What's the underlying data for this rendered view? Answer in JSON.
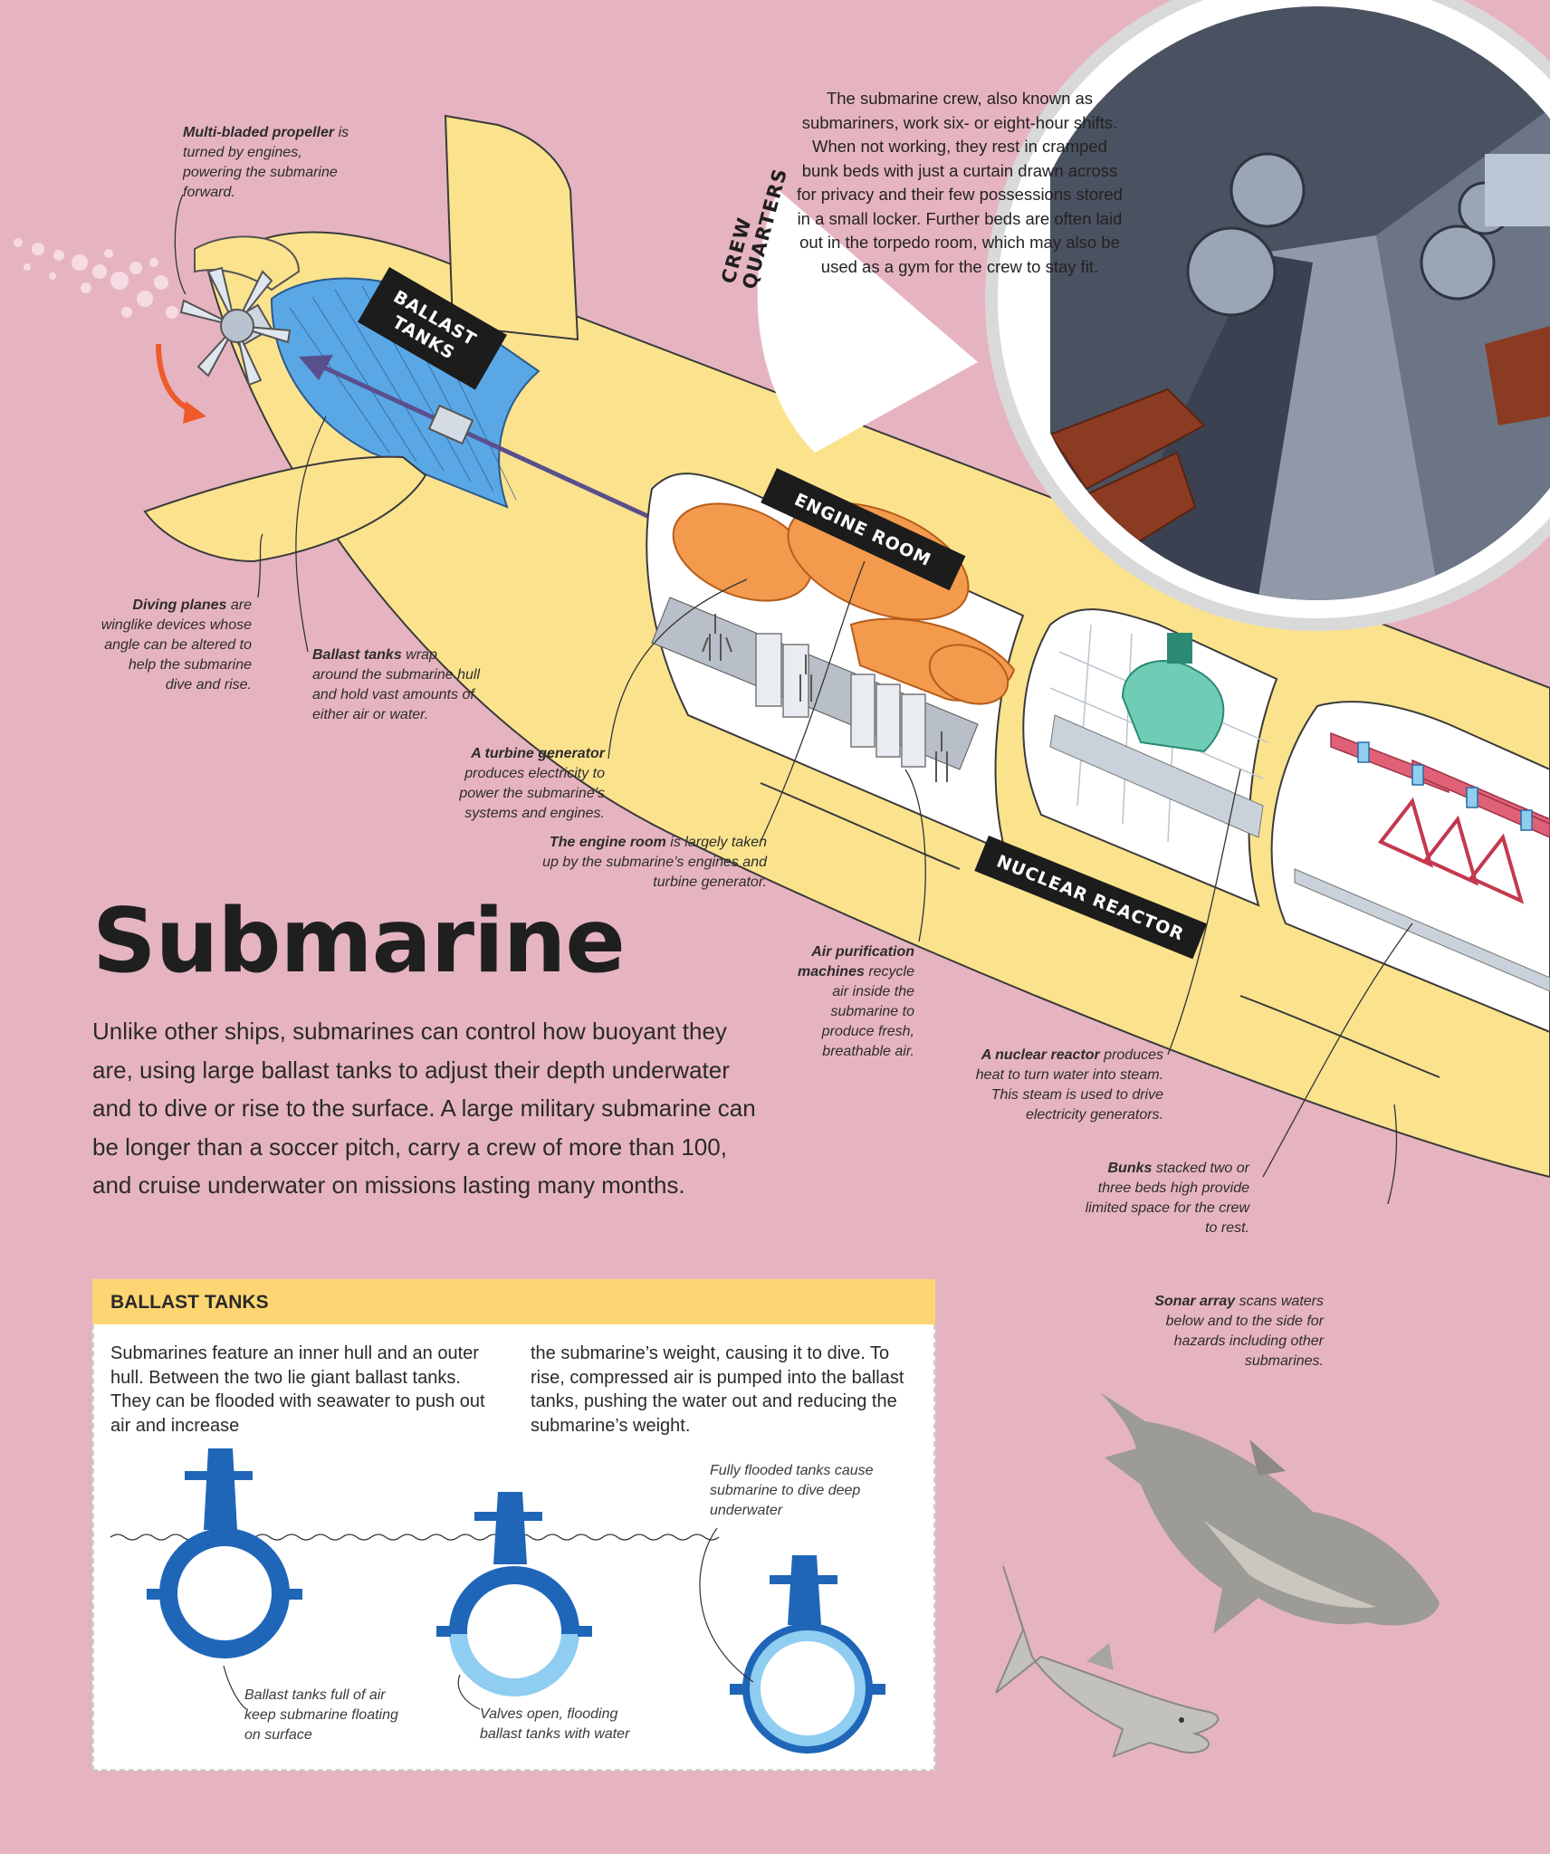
{
  "title": "Submarine",
  "intro": "Unlike other ships, submarines can control how buoyant they are, using large ballast tanks to adjust their depth underwater and to dive or rise to the surface. A large military submarine can be longer than a soccer pitch, carry a crew of more than 100, and cruise underwater on missions lasting many months.",
  "section_tags": {
    "ballast_tanks_line1": "BALLAST",
    "ballast_tanks_line2": "TANKS",
    "engine_room": "ENGINE ROOM",
    "nuclear_reactor": "NUCLEAR REACTOR",
    "crew_quarters": "CREW QUARTERS"
  },
  "crew_quarters_text": "The submarine crew, also known as submariners, work six- or eight-hour shifts. When not working, they rest in cramped bunk beds with just a curtain drawn across for privacy and their few possessions stored in a small locker. Further beds are often laid out in the torpedo room, which may also be used as a gym for the crew to stay fit.",
  "labels": {
    "propeller": {
      "bold": "Multi-bladed propeller",
      "text": "is turned by engines, powering the submarine forward."
    },
    "diving_planes": {
      "bold": "Diving planes",
      "text": "are winglike devices whose angle can be altered to help the submarine dive and rise."
    },
    "ballast_tanks": {
      "bold": "Ballast tanks",
      "text": "wrap around the submarine hull and hold vast amounts of either air or water."
    },
    "turbine": {
      "bold": "A turbine generator",
      "text": "produces electricity to power the submarine’s systems and engines."
    },
    "engine_room": {
      "bold": "The engine room",
      "text": "is largely taken up by the submarine’s engines and turbine generator."
    },
    "air_purification": {
      "bold": "Air purification machines",
      "text": "recycle air inside the submarine to produce fresh, breathable air."
    },
    "nuclear_reactor": {
      "bold": "A nuclear reactor",
      "text": "produces heat to turn water into steam. This steam is used to drive electricity generators."
    },
    "bunks": {
      "bold": "Bunks",
      "text": "stacked two or three beds high provide limited space for the crew to rest."
    },
    "sonar": {
      "bold": "Sonar array",
      "text": "scans waters below and to the side for hazards including other submarines."
    }
  },
  "ballast_box": {
    "header": "BALLAST TANKS",
    "col1": "Submarines feature an inner hull and an outer hull. Between the two lie giant ballast tanks. They can be flooded with seawater to push out air and increase",
    "col2": "the submarine’s weight, causing it to dive. To rise, compressed air is pumped into the ballast tanks, pushing the water out and reducing the submarine’s weight.",
    "caption_full_air": "Ballast tanks full of air keep submarine floating on surface",
    "caption_valves": "Valves open, flooding ballast tanks with water",
    "caption_flooded": "Fully flooded tanks cause submarine to dive deep underwater"
  },
  "colors": {
    "background": "#e6b4c0",
    "hull": "#fbe38e",
    "ballast_blue": "#5aa7e6",
    "engine_orange": "#f39a4c",
    "reactor_teal": "#6fcdb5",
    "bunk_red": "#e06177",
    "box_header": "#fdd673",
    "tag_black": "#1c1c1c",
    "tank_dark_blue": "#1f66b8",
    "tank_light_blue": "#8fcdf1"
  }
}
